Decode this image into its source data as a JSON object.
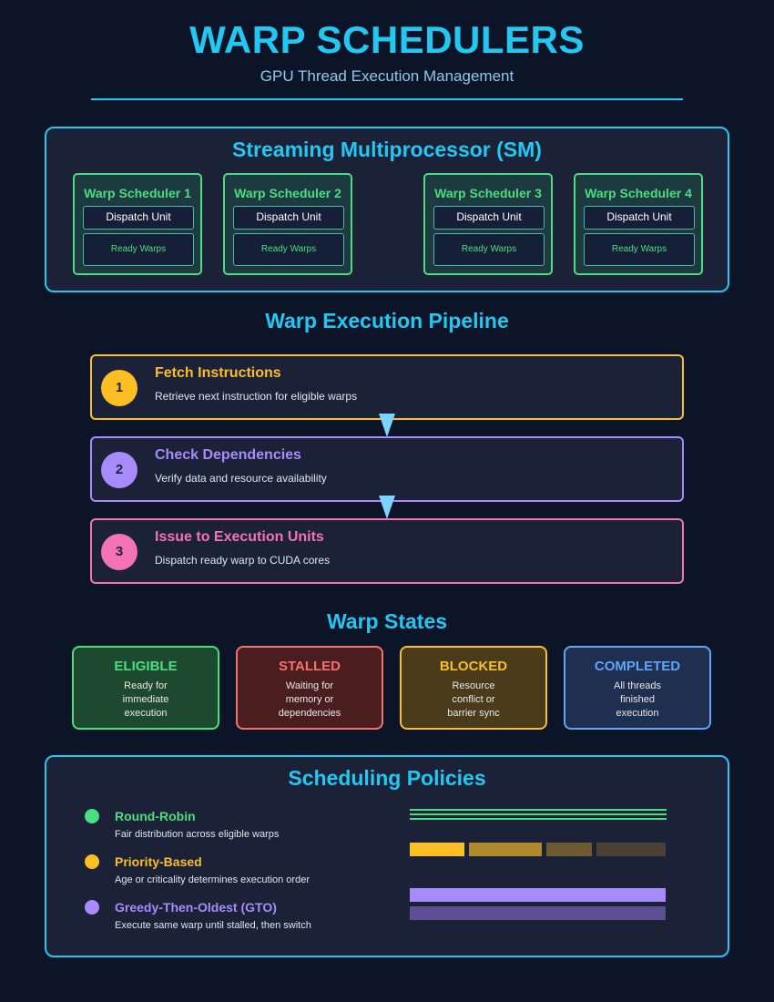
{
  "header": {
    "title": "WARP SCHEDULERS",
    "subtitle": "GPU Thread Execution Management"
  },
  "sm": {
    "title": "Streaming Multiprocessor (SM)",
    "schedulers": [
      {
        "name": "Warp Scheduler 1",
        "dispatch": "Dispatch Unit",
        "ready": "Ready Warps"
      },
      {
        "name": "Warp Scheduler 2",
        "dispatch": "Dispatch Unit",
        "ready": "Ready Warps"
      },
      {
        "name": "Warp Scheduler 3",
        "dispatch": "Dispatch Unit",
        "ready": "Ready Warps"
      },
      {
        "name": "Warp Scheduler 4",
        "dispatch": "Dispatch Unit",
        "ready": "Ready Warps"
      }
    ]
  },
  "pipeline": {
    "title": "Warp Execution Pipeline",
    "steps": [
      {
        "number": "1",
        "title": "Fetch Instructions",
        "desc": "Retrieve next instruction for eligible warps",
        "color": "#fbbf24"
      },
      {
        "number": "2",
        "title": "Check Dependencies",
        "desc": "Verify data and resource availability",
        "color": "#a78bfa"
      },
      {
        "number": "3",
        "title": "Issue to Execution Units",
        "desc": "Dispatch ready warp to CUDA cores",
        "color": "#f472b6"
      }
    ]
  },
  "states": {
    "title": "Warp States",
    "items": [
      {
        "name": "ELIGIBLE",
        "desc": "Ready for\nimmediate\nexecution",
        "color": "#4ade80",
        "bg": "#1d4a2e"
      },
      {
        "name": "STALLED",
        "desc": "Waiting for\nmemory or\ndependencies",
        "color": "#f87171",
        "bg": "#4a1e1e"
      },
      {
        "name": "BLOCKED",
        "desc": "Resource\nconflict or\nbarrier sync",
        "color": "#fbbf24",
        "bg": "#4a3c1a"
      },
      {
        "name": "COMPLETED",
        "desc": "All threads\nfinished\nexecution",
        "color": "#60a5fa",
        "bg": "#1e2f50"
      }
    ]
  },
  "policies": {
    "title": "Scheduling Policies",
    "items": [
      {
        "name": "Round-Robin",
        "desc": "Fair distribution across eligible warps",
        "color": "#4ade80"
      },
      {
        "name": "Priority-Based",
        "desc": "Age or criticality determines execution order",
        "color": "#fbbf24"
      },
      {
        "name": "Greedy-Then-Oldest (GTO)",
        "desc": "Execute same warp until stalled, then switch",
        "color": "#a78bfa"
      }
    ]
  }
}
